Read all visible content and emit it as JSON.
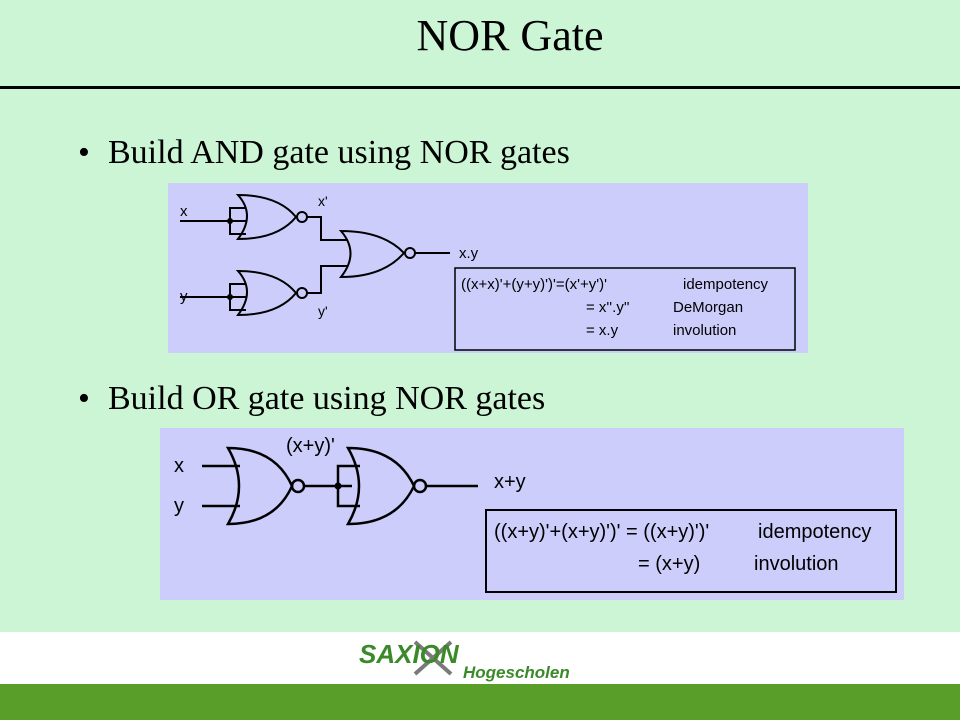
{
  "slide": {
    "title": "NOR Gate",
    "bullets": [
      {
        "marker": "•",
        "text": "Build AND gate using NOR gates"
      },
      {
        "marker": "•",
        "text": "Build OR gate using NOR gates"
      }
    ]
  },
  "and_diagram": {
    "input_x": "x",
    "input_y": "y",
    "label_x_not": "x'",
    "label_y_not": "y'",
    "output": "x.y",
    "proof": [
      {
        "expr": "((x+x)'+(y+y)')'=(x'+y')'",
        "rule": "idempotency"
      },
      {
        "expr": "= x''.y''",
        "rule": "DeMorgan"
      },
      {
        "expr": "= x.y",
        "rule": "involution"
      }
    ]
  },
  "or_diagram": {
    "input_x": "x",
    "input_y": "y",
    "label_mid": "(x+y)'",
    "output": "x+y",
    "proof": [
      {
        "expr": "((x+y)'+(x+y)')' = ((x+y)')'",
        "rule": "idempotency"
      },
      {
        "expr": "= (x+y)",
        "rule": "involution"
      }
    ]
  },
  "logo": {
    "name": "SAXION",
    "subtitle": "Hogescholen",
    "colors": {
      "primary": "#3a8a2a",
      "accent": "#7a7a7a"
    }
  },
  "colors": {
    "background": "#ccf5d6",
    "panel": "#cccdfb",
    "footer_band": "#5a9e2a"
  }
}
